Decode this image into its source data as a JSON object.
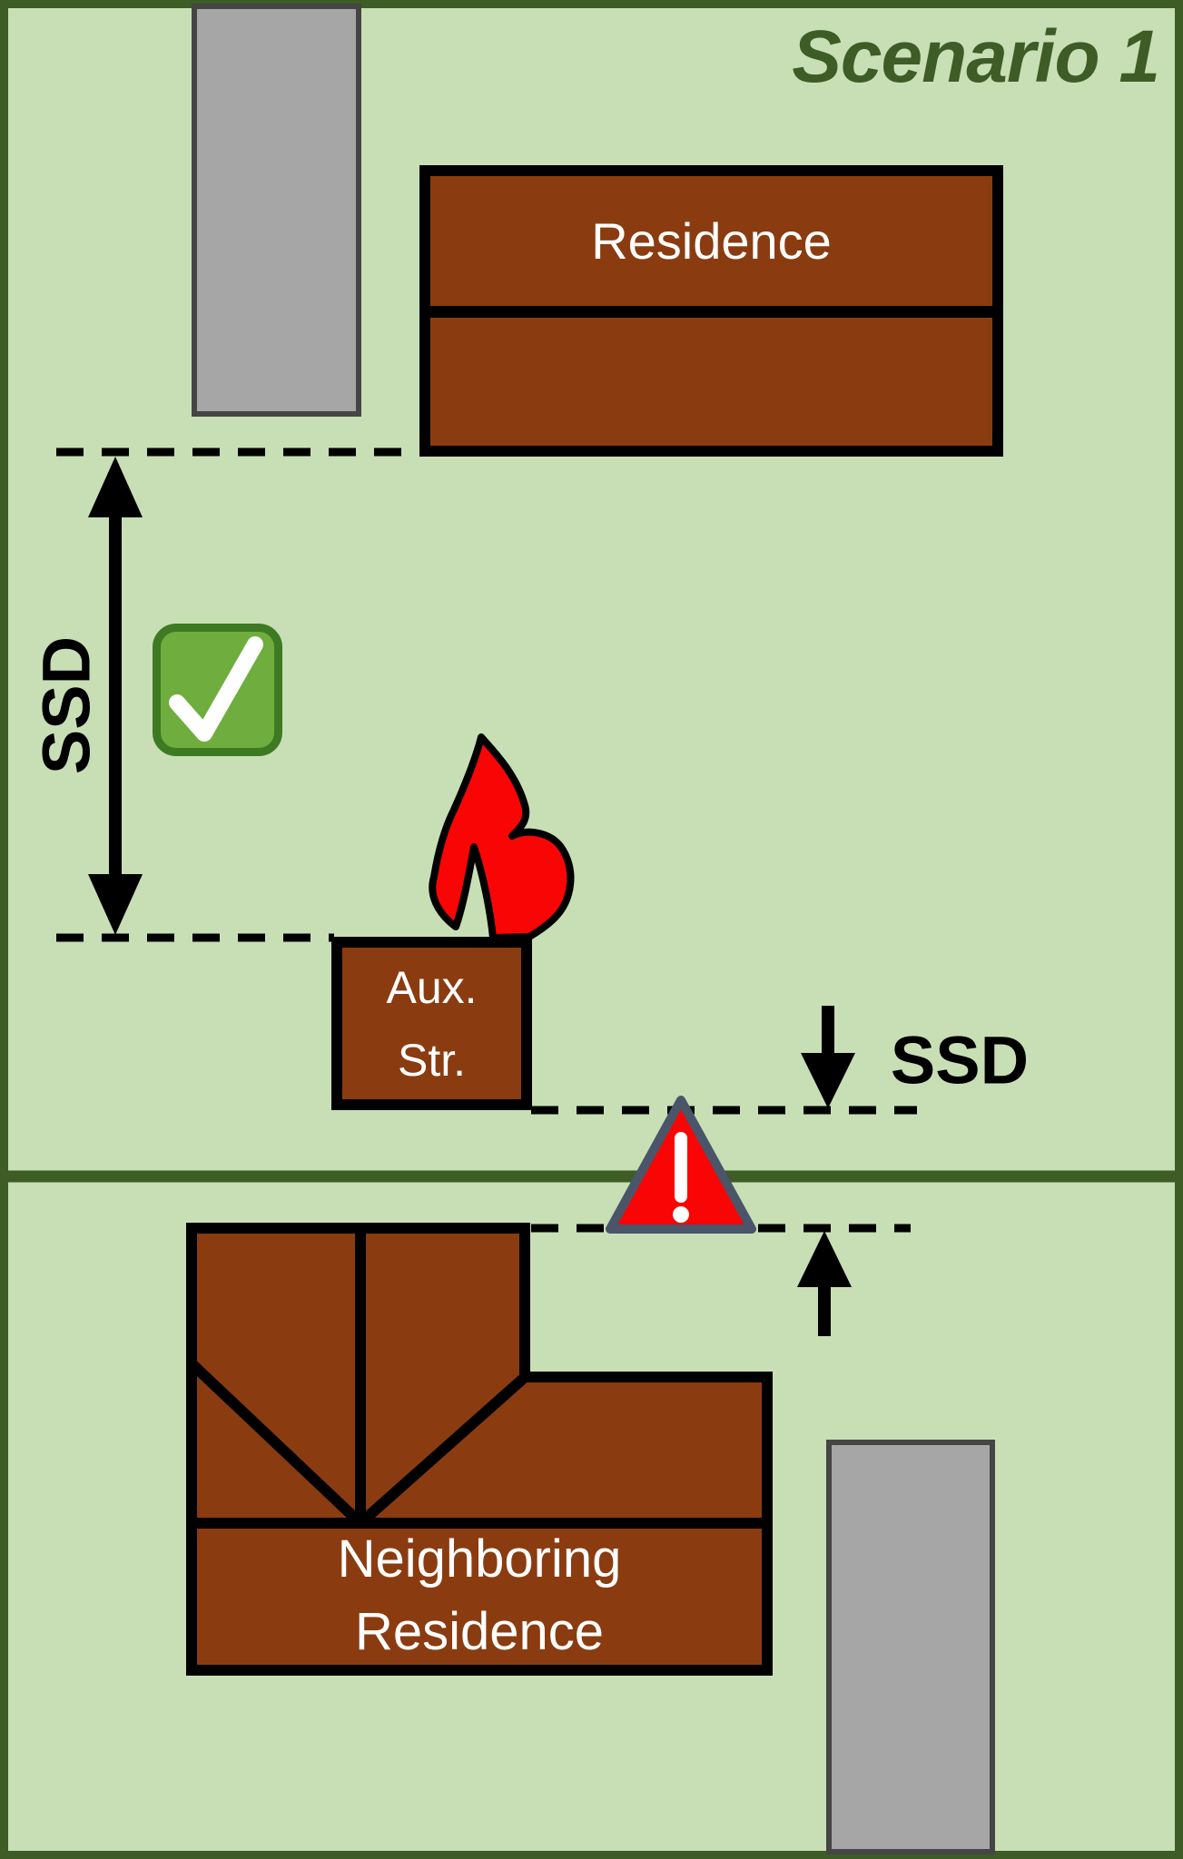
{
  "title": "Scenario 1",
  "upper_property": {
    "residence": {
      "label": "Residence"
    },
    "auxiliary_structure": {
      "label_line1": "Aux.",
      "label_line2": "Str."
    },
    "ssd_left": {
      "label": "SSD"
    },
    "ssd_right": {
      "label": "SSD"
    },
    "icons": {
      "compliance": "green-checkmark",
      "hazard": "flame"
    }
  },
  "lower_property": {
    "neighboring_residence": {
      "label_line1": "Neighboring",
      "label_line2": "Residence"
    },
    "icons": {
      "warning": "red-exclamation-triangle"
    }
  },
  "colors": {
    "background": "#c8dfb6",
    "frame_green": "#3d5c26",
    "building_brown": "#8a3c10",
    "driveway_gray": "#a6a6a6",
    "gray_border": "#454545",
    "line_black": "#000000",
    "check_fill": "#6fae3e",
    "check_border": "#3e7a23",
    "alert_red": "#fa0505",
    "triangle_border": "#4a5569"
  }
}
